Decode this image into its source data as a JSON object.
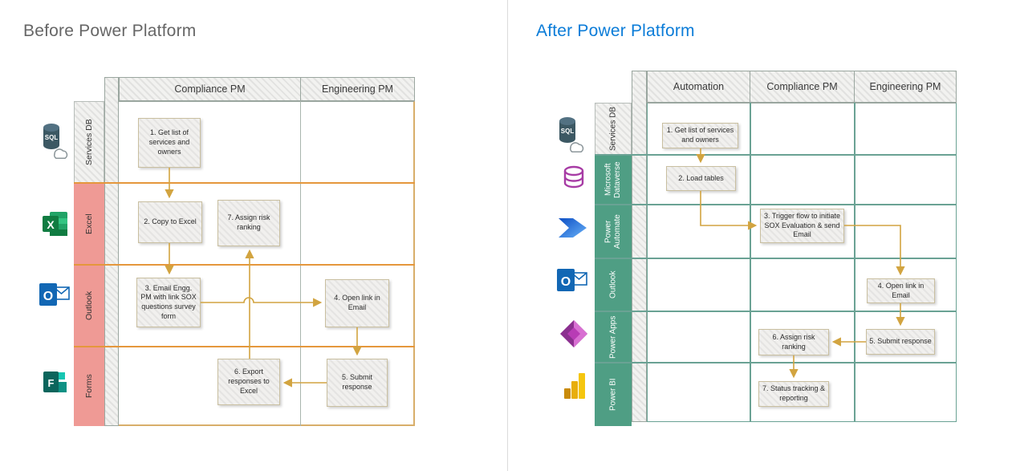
{
  "left": {
    "title": "Before Power Platform",
    "columns": [
      "Compliance PM",
      "Engineering PM"
    ],
    "lanes": [
      {
        "label": "Services DB",
        "icon": "sql-database-icon"
      },
      {
        "label": "Excel",
        "icon": "excel-icon"
      },
      {
        "label": "Outlook",
        "icon": "outlook-icon"
      },
      {
        "label": "Forms",
        "icon": "forms-icon"
      }
    ],
    "steps": [
      "1. Get list of services and owners",
      "2. Copy to Excel",
      "3. Email Engg. PM with link SOX questions survey form",
      "4. Open link in Email",
      "5. Submit response",
      "6. Export responses to Excel",
      "7. Assign risk ranking"
    ]
  },
  "right": {
    "title": "After Power Platform",
    "columns": [
      "Automation",
      "Compliance PM",
      "Engineering PM"
    ],
    "lanes": [
      {
        "label": "Services DB",
        "icon": "sql-database-icon"
      },
      {
        "label": "Microsoft Dataverse",
        "icon": "dataverse-icon"
      },
      {
        "label": "Power Automate",
        "icon": "power-automate-icon"
      },
      {
        "label": "Outlook",
        "icon": "outlook-icon"
      },
      {
        "label": "Power Apps",
        "icon": "power-apps-icon"
      },
      {
        "label": "Power BI",
        "icon": "power-bi-icon"
      }
    ],
    "steps": [
      "1. Get list of services and owners",
      "2. Load tables",
      "3. Trigger flow to initiate SOX Evaluation & send Email",
      "4. Open link in Email",
      "5. Submit response",
      "6. Assign risk ranking",
      "7. Status tracking & reporting"
    ]
  },
  "colors": {
    "left_title": "#666666",
    "right_title": "#0b7cd8",
    "lane_salmon": "#ef9a95",
    "lane_teal": "#4f9e84",
    "lane_line_left": "#e5973c",
    "grid_line_right": "#6aa294",
    "outer_border_tan": "#d8ae6a",
    "arrow_gold": "#d2a440"
  }
}
